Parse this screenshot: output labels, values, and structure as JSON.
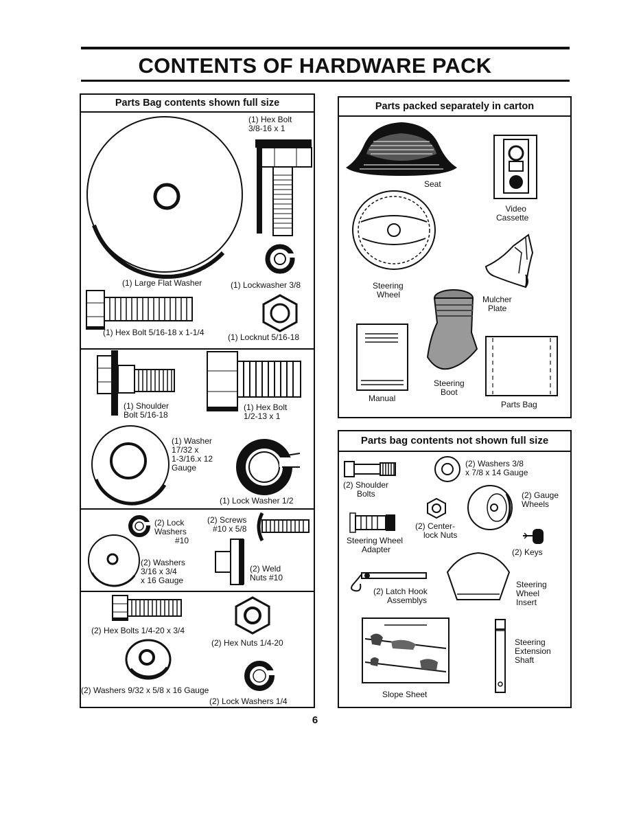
{
  "page_title": "CONTENTS OF HARDWARE PACK",
  "page_number": "6",
  "full_size_panel": {
    "header": "Parts Bag contents shown full size",
    "items": {
      "hex_bolt_3_8": [
        "(1) Hex Bolt",
        "3/8-16 x 1"
      ],
      "large_flat_washer": "(1) Large Flat Washer",
      "lockwasher_3_8": "(1) Lockwasher 3/8",
      "hex_bolt_5_16": "(1) Hex Bolt 5/16-18 x 1-1/4",
      "locknut_5_16": "(1) Locknut 5/16-18",
      "shoulder_bolt": [
        "(1) Shoulder",
        "Bolt 5/16-18"
      ],
      "hex_bolt_1_2": [
        "(1) Hex Bolt",
        "1/2-13 x 1"
      ],
      "washer_17_32": [
        "(1) Washer",
        "17/32 x",
        "1-3/16.x 12",
        "Gauge"
      ],
      "lock_washer_1_2": "(1) Lock Washer 1/2",
      "lock_washers_10": [
        "(2) Lock",
        "Washers",
        "#10"
      ],
      "screws_10": [
        "(2) Screws",
        "#10 x 5/8"
      ],
      "washers_3_16": [
        "(2) Washers",
        "3/16 x 3/4",
        "x 16 Gauge"
      ],
      "weld_nuts": [
        "(2) Weld",
        "Nuts #10"
      ],
      "hex_bolts_1_4": "(2) Hex Bolts 1/4-20 x 3/4",
      "hex_nuts_1_4": "(2) Hex Nuts 1/4-20",
      "washers_9_32": "(2) Washers 9/32 x 5/8 x 16 Gauge",
      "lock_washers_1_4": "(2) Lock Washers 1/4"
    }
  },
  "carton_panel": {
    "header": "Parts packed separately in carton",
    "items": {
      "seat": "Seat",
      "video_cassette": [
        "Video",
        "Cassette"
      ],
      "steering_wheel": [
        "Steering",
        "Wheel"
      ],
      "mulcher_plate": [
        "Mulcher",
        "Plate"
      ],
      "manual": "Manual",
      "steering_boot": [
        "Steering",
        "Boot"
      ],
      "parts_bag": "Parts Bag"
    }
  },
  "not_full_size_panel": {
    "header": "Parts bag contents not shown full size",
    "items": {
      "washers_3_8": [
        "(2) Washers 3/8",
        "x 7/8 x 14 Gauge"
      ],
      "shoulder_bolts": [
        "(2) Shoulder",
        "Bolts"
      ],
      "gauge_wheels": [
        "(2) Gauge",
        "Wheels"
      ],
      "center_lock_nuts": [
        "(2) Center-",
        "lock Nuts"
      ],
      "steering_wheel_adapter": [
        "Steering Wheel",
        "Adapter"
      ],
      "keys": "(2) Keys",
      "latch_hook": [
        "(2) Latch Hook",
        "Assemblys"
      ],
      "steering_wheel_insert": [
        "Steering",
        "Wheel",
        "Insert"
      ],
      "steering_extension_shaft": [
        "Steering",
        "Extension",
        "Shaft"
      ],
      "slope_sheet": "Slope Sheet"
    }
  }
}
